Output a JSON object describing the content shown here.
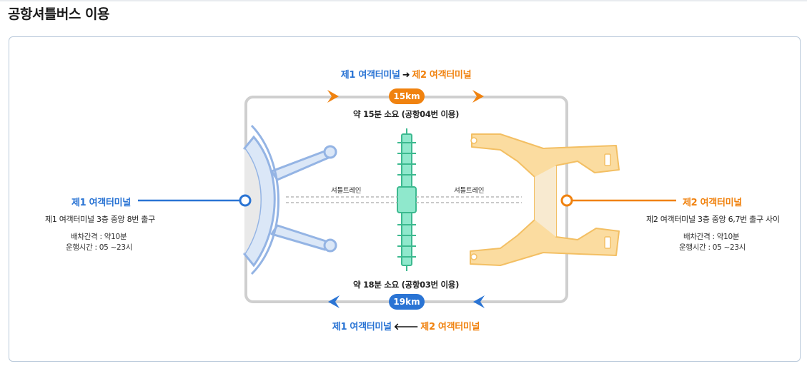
{
  "page": {
    "title": "공항셔틀버스 이용"
  },
  "routes": {
    "outbound": {
      "from": "제1 여객터미널",
      "arrow": "➜",
      "to": "제2 여객터미널",
      "distance": "15km",
      "duration": "약 15분 소요 (공항04번 이용)"
    },
    "inbound": {
      "from": "제1 여객터미널",
      "arrow": "🡐",
      "to": "제2 여객터미널",
      "distance": "19km",
      "duration": "약 18분 소요 (공항03번 이용)"
    }
  },
  "terminal1": {
    "name": "제1 여객터미널",
    "exit": "제1 여객터미널 3층 중앙 8번 출구",
    "interval": "배차간격 : 약10분",
    "hours": "운행시간 : 05 ~23시"
  },
  "terminal2": {
    "name": "제2 여객터미널",
    "exit": "제2 여객터미널 3층 중앙 6,7번 출구 사이",
    "interval": "배차간격 : 약10분",
    "hours": "운행시간 : 05 ~23시"
  },
  "shuttle_train": {
    "left_label": "셔틀트레인",
    "right_label": "셔틀트레인"
  },
  "colors": {
    "blue": "#2a74d4",
    "orange": "#f0820f",
    "route_gray": "#cfcfcf",
    "t1_fill": "#dbe7f7",
    "t2_fill": "#fbdca0",
    "concourse_fill": "#8fe8cc"
  }
}
